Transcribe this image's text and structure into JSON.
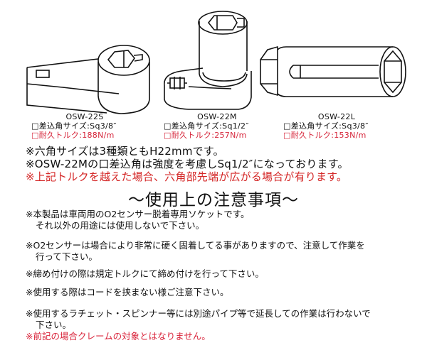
{
  "products": [
    {
      "model": "OSW-22S",
      "drive_label": "□差込角サイズ:Sq3/8″",
      "torque_label": "□耐久トルク:188N/m"
    },
    {
      "model": "OSW-22M",
      "drive_label": "□差込角サイズ:Sq1/2″",
      "torque_label": "□耐久トルク:257N/m"
    },
    {
      "model": "OSW-22L",
      "drive_label": "□差込角サイズ:Sq3/8″",
      "torque_label": "□耐久トルク:153N/m"
    }
  ],
  "notes": [
    "※六角サイズは3種類ともH22mmです。",
    "※OSW-22Mの口差込角は強度を考慮しSq1/2″になっております。",
    "※上記トルクを越えた場合、六角部先端が広がる場合が有ります。"
  ],
  "caution_heading": "～使用上の注意事項～",
  "cautions": [
    {
      "line1": "※本製品は車両用のO2センサー脱着専用ソケットです。",
      "line2": "それ以外の用途には使用しないで下さい。"
    },
    {
      "line1": "※O2センサーは場合により非常に硬く固着してる事がありますので、注意して作業を",
      "line2": "行って下さい。"
    },
    {
      "line1": "※締め付けの際は規定トルクにて締め付けを行って下さい。"
    },
    {
      "line1": "※使用する際はコードを挟まない様ご注意下さい。"
    },
    {
      "line1": "※使用するラチェット・スピンナー等には別途パイプ等で延長しての作業は行わないで",
      "line2": "下さい。"
    }
  ],
  "disclaimer": "※前記の場合クレームの対象とはなりません。",
  "colors": {
    "text": "#111111",
    "warning_red": "#d42626"
  }
}
